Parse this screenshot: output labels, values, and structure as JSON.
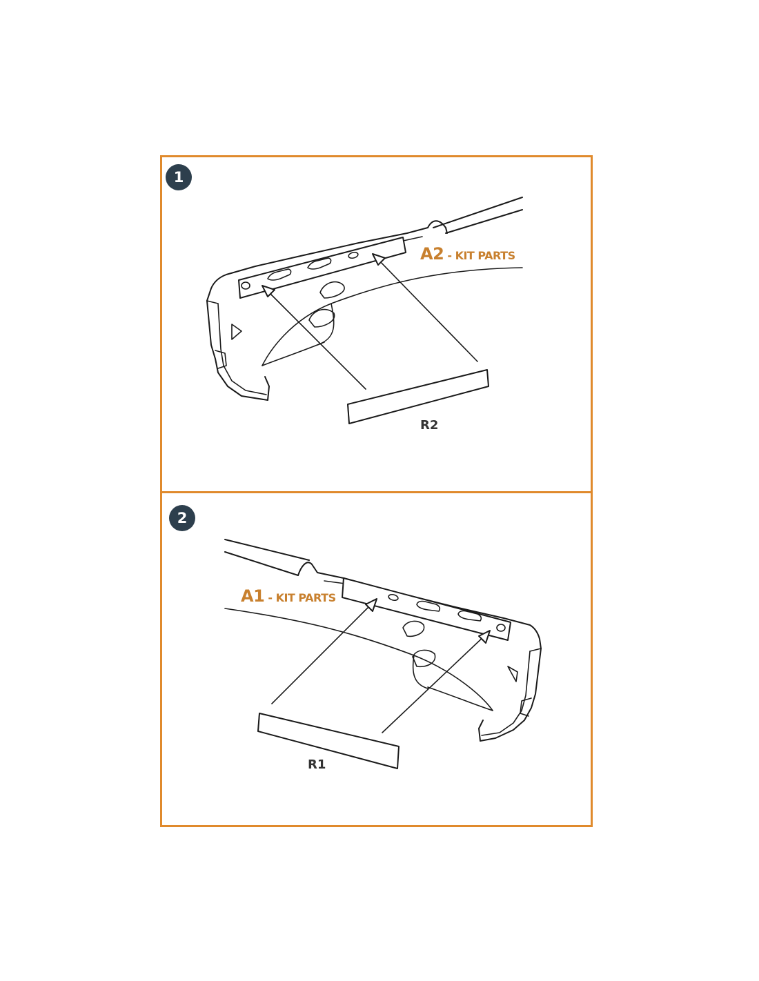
{
  "steps": [
    {
      "number": "1",
      "parts_code": "A2",
      "parts_suffix": "- KIT PARTS",
      "part_id": "R2"
    },
    {
      "number": "2",
      "parts_code": "A1",
      "parts_suffix": "- KIT PARTS",
      "part_id": "R1"
    }
  ],
  "colors": {
    "frame": "#e08a2c",
    "badge": "#2d3f4d",
    "label": "#c8802e"
  }
}
